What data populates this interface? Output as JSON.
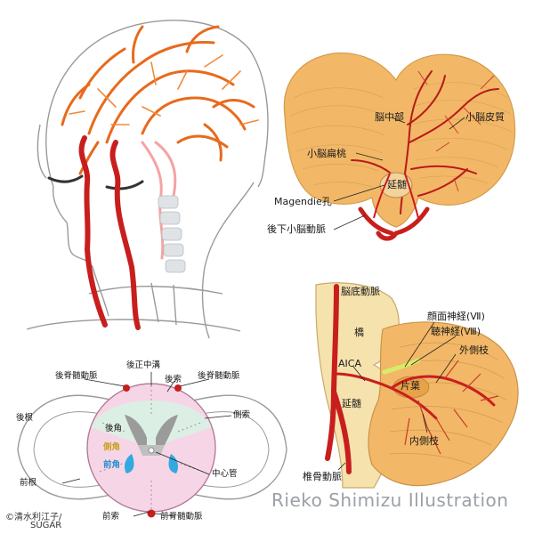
{
  "cerebellum_view": {
    "vermis": "脳中部",
    "cortex": "小脳皮質",
    "tonsil": "小脳扁桃",
    "medulla": "延髄",
    "magendie": "Magendie孔",
    "pica": "後下小脳動脈"
  },
  "spinal_cord": {
    "posterior_spinal_artery_left": "後脊髄動脈",
    "posterior_median_sulcus": "後正中溝",
    "posterior_spinal_artery_right": "後脊髄動脈",
    "posterior_funiculus": "後索",
    "posterior_root": "後根",
    "posterior_horn": "後角",
    "lateral_funiculus": "側索",
    "lateral_horn": "側角",
    "anterior_horn": "前角",
    "central_canal": "中心管",
    "anterior_root": "前根",
    "anterior_funiculus": "前索",
    "anterior_spinal_artery": "前脊髄動脈"
  },
  "brainstem": {
    "basilar_artery": "脳底動脈",
    "pons": "橋",
    "facial_nerve": "顔面神経(Ⅶ)",
    "auditory_nerve": "聴神経(Ⅷ)",
    "lateral_branch": "外側枝",
    "aica": "AICA",
    "flocculus": "片葉",
    "medulla": "延髄",
    "medial_branch": "内側枝",
    "vertebral_artery": "椎骨動脈"
  },
  "watermark": "Rieko Shimizu Illustration",
  "credit_line1": "©清水利江子/",
  "credit_line2": "SUGAR",
  "colors": {
    "artery": "#c81e1e",
    "artery_orange": "#e86a1c",
    "cerebellum_fill": "#f2b867",
    "spinal_pink": "#f6d6e6",
    "spinal_green": "#dcefe4",
    "horn_gray": "#9b9b9b",
    "anterior_horn_blue": "#33a9e0",
    "nerve_yellow": "#d8ec6a"
  }
}
